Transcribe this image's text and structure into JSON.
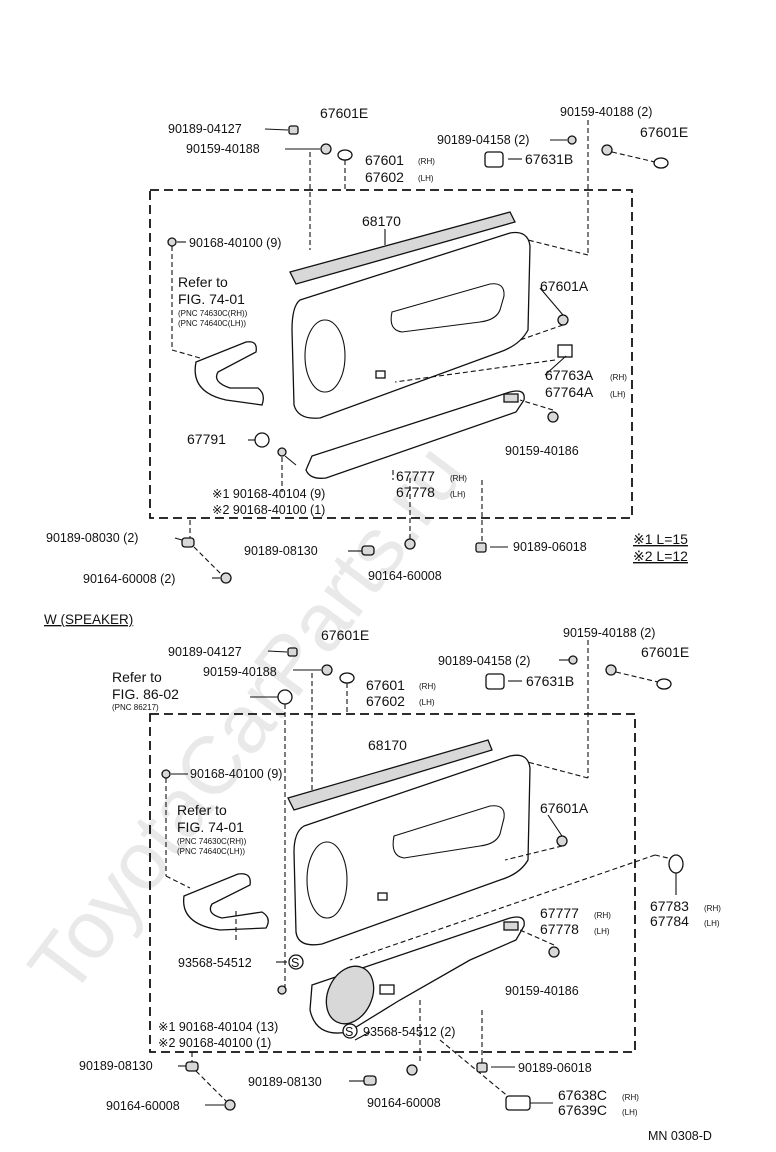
{
  "watermark": "ToyotaCarParts.ru",
  "figure_code": "MN  0308-D",
  "notes": {
    "l1": "※1 L=15",
    "l2": "※2 L=12"
  },
  "top": {
    "labels": {
      "p90189_04127": "90189-04127",
      "p67601e_a": "67601E",
      "p90159_40188": "90159-40188",
      "p90159_40188_2": "90159-40188 (2)",
      "p90189_04158_2": "90189-04158 (2)",
      "p67601e_b": "67601E",
      "p67601": "67601",
      "p67601_rh": "(RH)",
      "p67602": "67602",
      "p67602_lh": "(LH)",
      "p67631b": "67631B",
      "p68170": "68170",
      "p90168_40100_9": "90168-40100 (9)",
      "refer": "Refer to",
      "fig": "FIG. 74-01",
      "pnc1": "(PNC 74630C(RH))",
      "pnc2": "(PNC 74640C(LH))",
      "p67601a": "67601A",
      "p67763a": "67763A",
      "p67763a_rh": "(RH)",
      "p67764a": "67764A",
      "p67764a_lh": "(LH)",
      "p67791": "67791",
      "p90159_40186": "90159-40186",
      "p67777": "67777",
      "p67777_rh": "(RH)",
      "p67778": "67778",
      "p67778_lh": "(LH)",
      "s1": "※1  90168-40104 (9)",
      "s2": "※2  90168-40100 (1)",
      "p90189_08030_2": "90189-08030 (2)",
      "p90189_08130": "90189-08130",
      "p90189_06018": "90189-06018",
      "p90164_60008_2": "90164-60008 (2)",
      "p90164_60008": "90164-60008"
    }
  },
  "bottom": {
    "section_title": "W (SPEAKER)",
    "labels": {
      "p90189_04127": "90189-04127",
      "p67601e_a": "67601E",
      "p90159_40188": "90159-40188",
      "p90159_40188_2": "90159-40188 (2)",
      "p90189_04158_2": "90189-04158 (2)",
      "p67601e_b": "67601E",
      "refer": "Refer to",
      "fig": "FIG. 86-02",
      "pnc": "(PNC 86217)",
      "p67601": "67601",
      "p67601_rh": "(RH)",
      "p67602": "67602",
      "p67602_lh": "(LH)",
      "p67631b": "67631B",
      "p68170": "68170",
      "p90168_40100_9": "90168-40100 (9)",
      "refer2": "Refer to",
      "fig2": "FIG. 74-01",
      "pnc1": "(PNC 74630C(RH))",
      "pnc2": "(PNC 74640C(LH))",
      "p67601a": "67601A",
      "p67777": "67777",
      "p67777_rh": "(RH)",
      "p67778": "67778",
      "p67778_lh": "(LH)",
      "p67783": "67783",
      "p67783_rh": "(RH)",
      "p67784": "67784",
      "p67784_lh": "(LH)",
      "p93568_a": "93568-54512",
      "s_mark": "S",
      "p90159_40186": "90159-40186",
      "p93568_b": "93568-54512 (2)",
      "s1": "※1  90168-40104 (13)",
      "s2": "※2  90168-40100 (1)",
      "p90189_08130_a": "90189-08130",
      "p90189_06018": "90189-06018",
      "p90189_08130_b": "90189-08130",
      "p90164_60008_a": "90164-60008",
      "p90164_60008_b": "90164-60008",
      "p67638c": "67638C",
      "p67638c_rh": "(RH)",
      "p67639c": "67639C",
      "p67639c_lh": "(LH)"
    }
  }
}
